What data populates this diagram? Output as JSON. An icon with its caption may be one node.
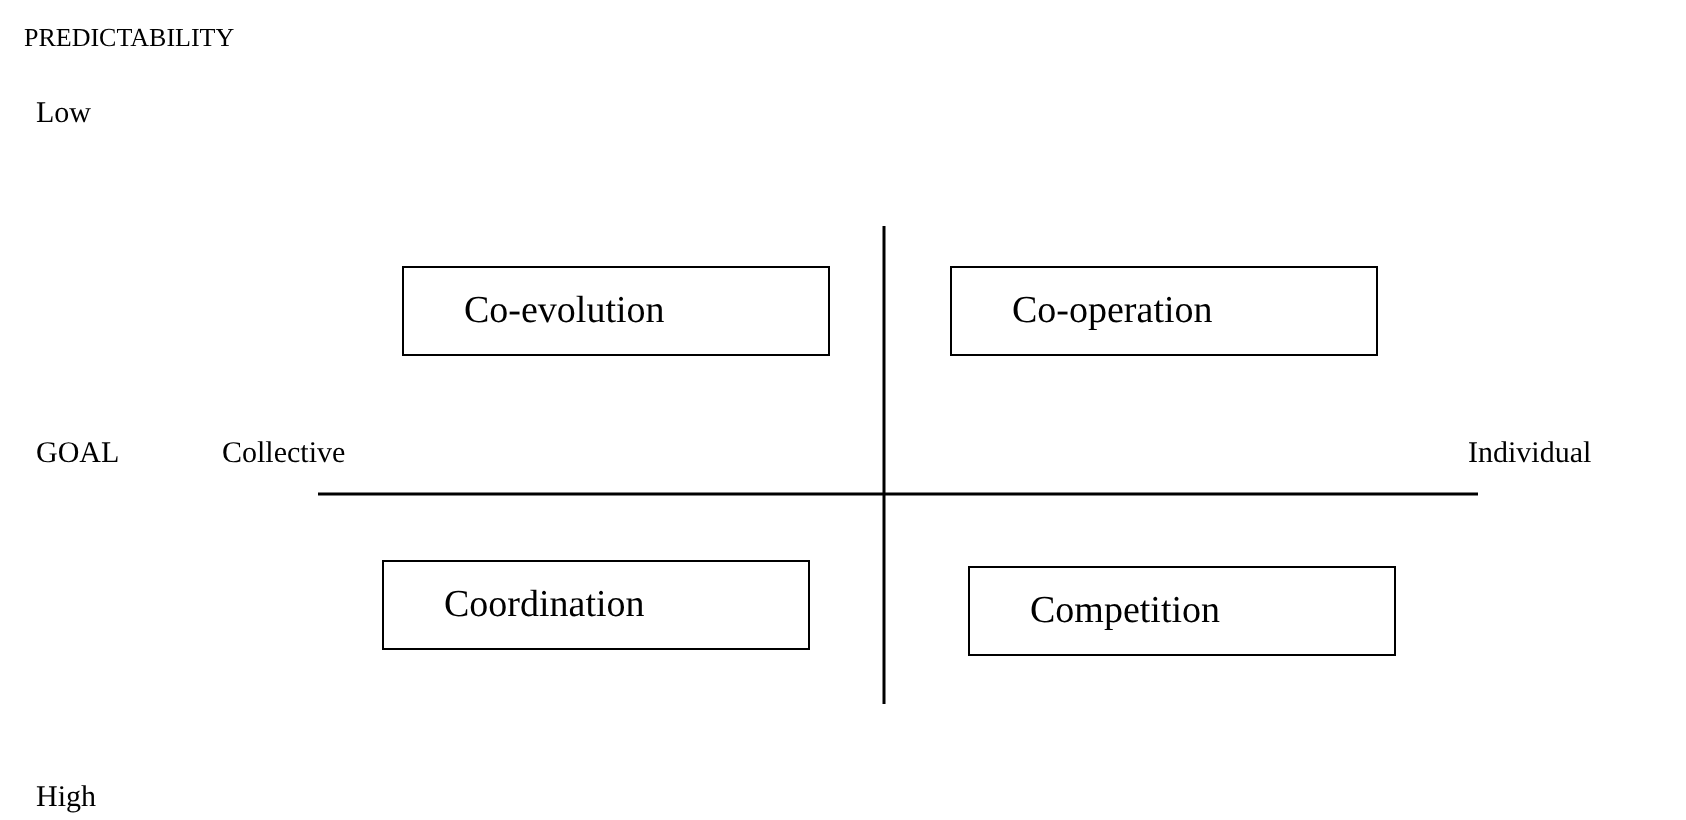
{
  "diagram": {
    "nodes": [
      {
        "text": [
          "Co-evolution"
        ]
      },
      {
        "text": [
          "Co-operation"
        ]
      },
      {
        "text": [
          "Coordination"
        ]
      },
      {
        "text": [
          "Competition"
        ]
      }
    ],
    "labels": [
      "PREDICTABILITY",
      "Low",
      "GOAL",
      "Collective",
      "Individual",
      "High"
    ]
  }
}
